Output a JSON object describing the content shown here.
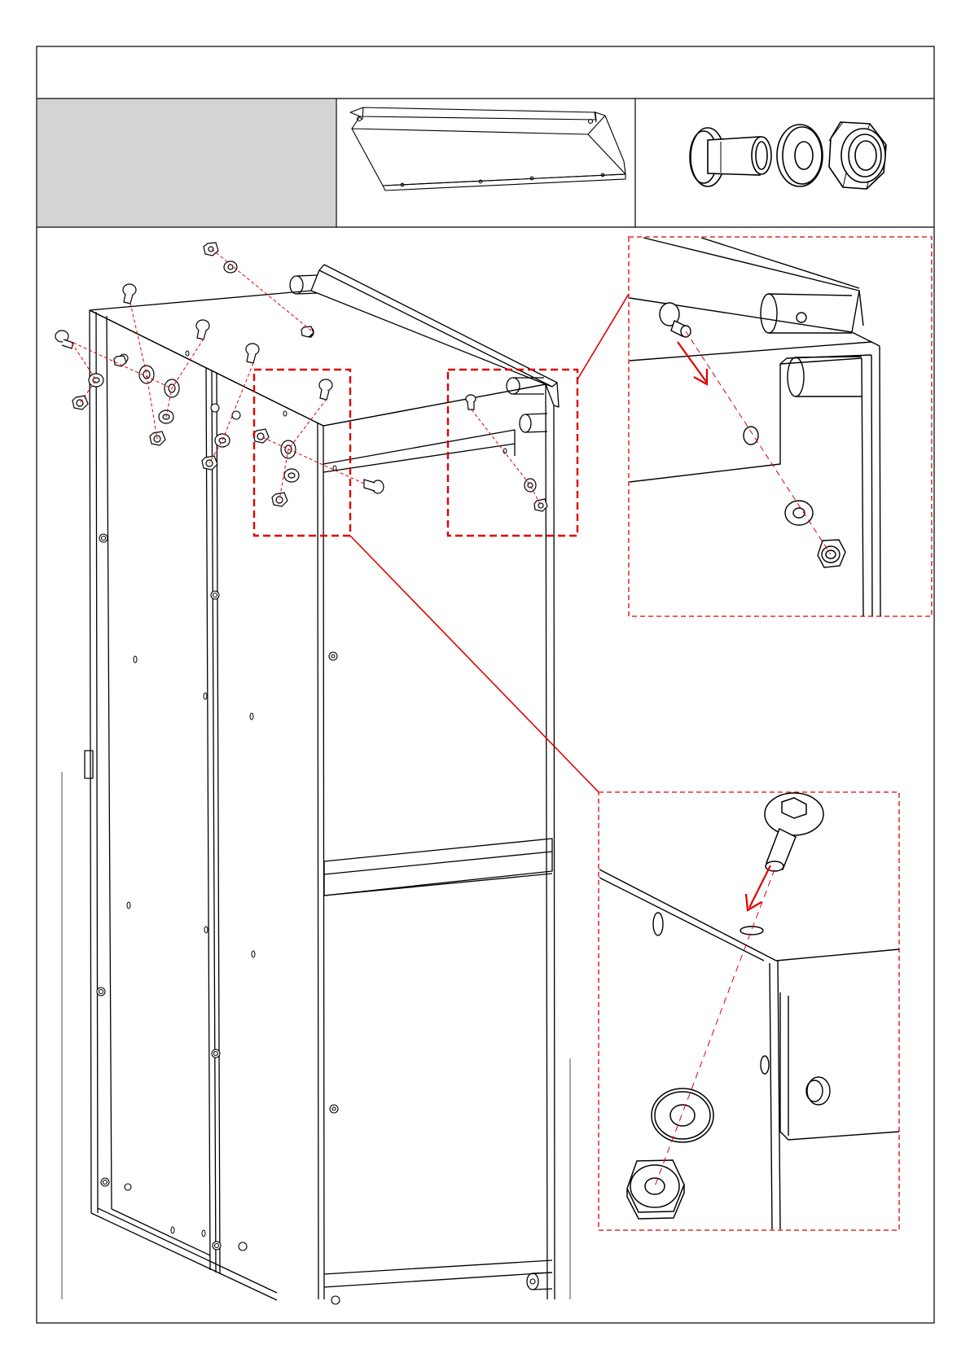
{
  "page": {
    "title_text": "",
    "step_label": ""
  },
  "header_panels": [
    {
      "name": "step-number-panel",
      "fill": "#d4d4d4"
    },
    {
      "name": "part-panel-bracket",
      "part": "top-rail-bracket"
    },
    {
      "name": "part-panel-hardware",
      "parts": [
        "button-head-bolt",
        "flat-washer",
        "hex-lock-nut"
      ]
    }
  ],
  "colors": {
    "line": "#000000",
    "callout": "#e00000",
    "header_fill": "#d4d4d4",
    "background": "#ffffff"
  },
  "callouts": [
    {
      "name": "detail-top-right",
      "shows": [
        "button-head-bolt",
        "flat-washer",
        "hex-lock-nut"
      ]
    },
    {
      "name": "detail-bottom-right",
      "shows": [
        "button-head-bolt",
        "flat-washer",
        "hex-lock-nut"
      ]
    }
  ]
}
